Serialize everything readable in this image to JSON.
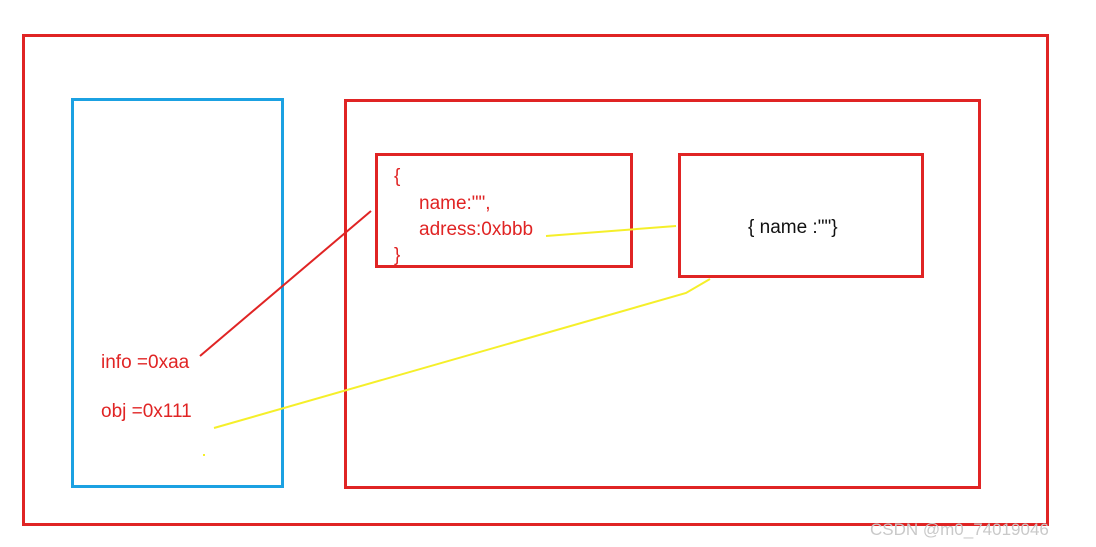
{
  "colors": {
    "red": "#e02424",
    "blue": "#1ba1e2",
    "yellow": "#f5ef2a",
    "text_dark": "#111111",
    "watermark": "#c9c9c9"
  },
  "stack": {
    "info_label": "info =0xaa",
    "obj_label": "obj =0x111"
  },
  "heap": {
    "info_object": {
      "open_brace": "{",
      "name_line": "name:\"\",",
      "adress_line": "adress:0xbbb",
      "close_brace": "}"
    },
    "nested_object": {
      "text": "{ name :\"\"}"
    }
  },
  "watermark": "CSDN @m0_74019046"
}
